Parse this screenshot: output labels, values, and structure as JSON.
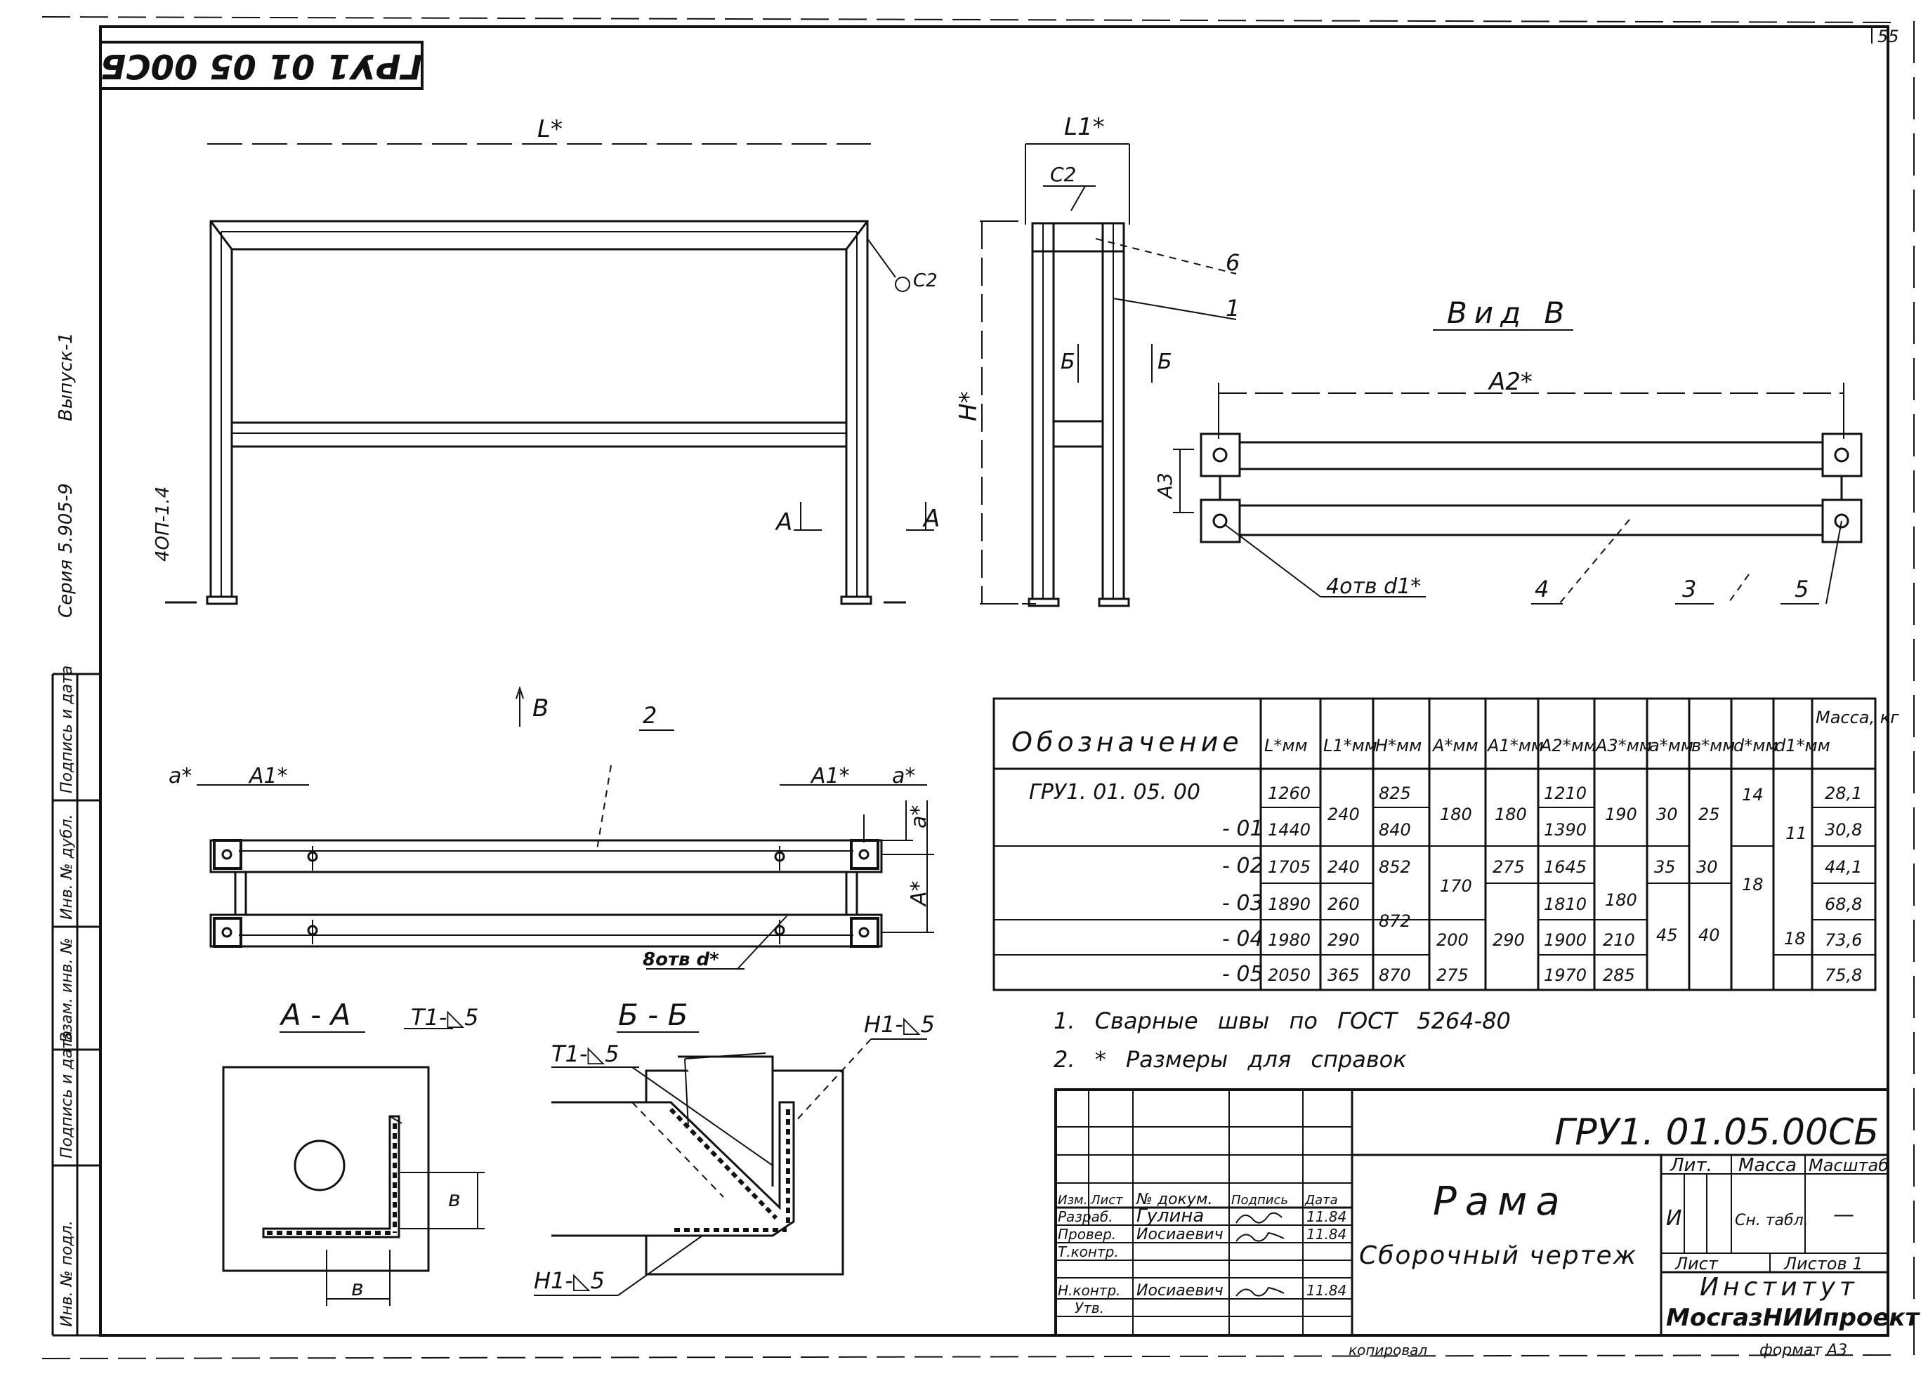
{
  "page_number": "55",
  "stamp_top": "ГРУ1 01 05 00СБ",
  "side": {
    "series": "Серия 5.905-9",
    "issue": "Выпуск-1",
    "code": "4ОП-1.4",
    "cells": [
      "Подпись и дата",
      "Инв. № дубл.",
      "Взам. инв. №",
      "Подпись и дата",
      "Инв. № подл."
    ]
  },
  "labels": {
    "L": "L*",
    "L1": "L1*",
    "C2_top": "C2",
    "C2_side": "C2",
    "H": "H*",
    "pos6": "6",
    "pos1": "1",
    "pos2": "2",
    "pos3": "3",
    "pos4": "4",
    "pos5": "5",
    "B_left": "Б",
    "B_right": "Б",
    "A_left": "A",
    "A_right": "A",
    "view_B_title": "Вид В",
    "A2": "A2*",
    "A3": "A3",
    "holes_4": "4отв d1*",
    "arrow_B": "В",
    "a_left": "a*",
    "A1_left": "A1*",
    "A1_right": "A1*",
    "a_right": "a*",
    "d_label": "a*",
    "A_dim": "A*",
    "holes_8": "8отв d*",
    "section_AA": "А - А",
    "weld_T1_5a": "T1-◺5",
    "section_BB": "Б - Б",
    "weld_H1_5a": "H1-◺5",
    "weld_T1_5b": "T1-◺5",
    "weld_H1_5b": "H1-◺5",
    "dim_v": "в",
    "dim_v2": "в"
  },
  "notes": [
    "1. Сварные швы по ГОСТ 5264-80",
    "2. * Размеры для справок"
  ],
  "table": {
    "headers": [
      "Обозначение",
      "L*мм",
      "L1*мм",
      "H*мм",
      "A*мм",
      "A1*мм",
      "A2*мм",
      "A3*мм",
      "a*мм",
      "в*мм",
      "d*мм",
      "d1*мм",
      "Масса, кг"
    ],
    "rows": [
      {
        "des": "ГРУ1. 01. 05. 00",
        "L": "1260",
        "H": "825",
        "A2": "1210",
        "mass": "28,1"
      },
      {
        "des": "- 01",
        "L": "1440",
        "H": "840",
        "A2": "1390",
        "mass": "30,8"
      },
      {
        "des": "- 02",
        "L": "1705",
        "L1": "240",
        "H": "852",
        "A1": "275",
        "A2": "1645",
        "a": "35",
        "v": "30",
        "mass": "44,1"
      },
      {
        "des": "- 03",
        "L": "1890",
        "L1": "260",
        "A2": "1810",
        "mass": "68,8"
      },
      {
        "des": "- 04",
        "L": "1980",
        "L1": "290",
        "A": "200",
        "A2": "1900",
        "A3": "210",
        "mass": "73,6"
      },
      {
        "des": "- 05",
        "L": "2050",
        "L1": "365",
        "H": "870",
        "A": "275",
        "A2": "1970",
        "A3": "285",
        "mass": "75,8"
      }
    ],
    "merged": {
      "L1_01": "240",
      "A_01": "180",
      "A1_01": "180",
      "A3_01": "190",
      "a_01": "30",
      "v_01": "25",
      "d_01": "14",
      "d1_012": "11",
      "H_34": "872",
      "A_23": "170",
      "A1_45": "290",
      "A3_23": "180",
      "a_45": "45",
      "v_45": "40",
      "d_25": "18",
      "d1_35": "18"
    }
  },
  "title_block": {
    "code": "ГРУ1. 01.05.00СБ",
    "name": "Рама",
    "doc_type": "Сборочный чертеж",
    "col_headers": [
      "Изм.",
      "Лист",
      "№ докум.",
      "Подпись",
      "Дата"
    ],
    "rows": [
      {
        "role": "Разраб.",
        "name": "Гулина",
        "date": "11.84"
      },
      {
        "role": "Провер.",
        "name": "Иосиаевич",
        "date": "11.84"
      },
      {
        "role": "Т.контр.",
        "name": "",
        "date": ""
      },
      {
        "role": "",
        "name": "",
        "date": ""
      },
      {
        "role": "Н.контр.",
        "name": "Иосиаевич",
        "date": "11.84"
      },
      {
        "role": "Утв.",
        "name": "",
        "date": ""
      }
    ],
    "lit_header": "Лит.",
    "mass_header": "Масса",
    "scale_header": "Масштаб",
    "lit_value": "И",
    "mass_value": "Сн. табл.",
    "scale_value": "—",
    "sheet": "Лист",
    "sheets": "Листов 1",
    "org_line1": "Институт",
    "org_line2": "МосгазНИИпроект",
    "copied": "копировал",
    "format": "формат А3"
  }
}
